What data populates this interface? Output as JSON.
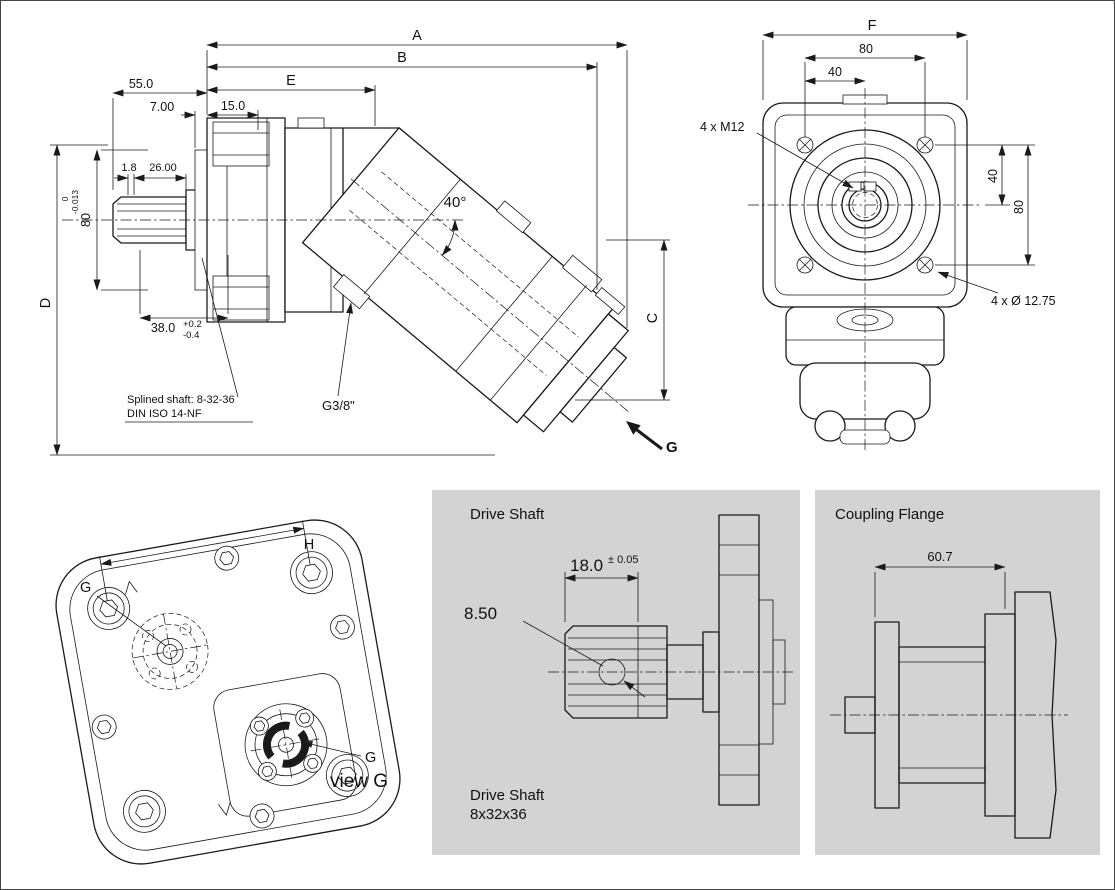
{
  "side_view": {
    "dim_a": "A",
    "dim_b": "B",
    "dim_e": "E",
    "dim_55": "55.0",
    "dim_7": "7.00",
    "dim_15": "15.0",
    "dim_1_8": "1.8",
    "dim_26": "26.00",
    "dim_80": "80",
    "dim_d": "D",
    "dim_c": "C",
    "angle": "40°",
    "dim_38": "38.0",
    "dim_38_tol_plus": "+0.2",
    "dim_38_tol_minus": "-0.4",
    "shaft_tol_upper": "0",
    "shaft_tol_lower": "-0.013",
    "spline_note_1": "Splined shaft: 8-32-36",
    "spline_note_2": "DIN ISO 14-NF",
    "port_label": "G3/8\"",
    "view_arrow_label": "G"
  },
  "front_view": {
    "dim_f": "F",
    "dim_80_h": "80",
    "dim_40_h": "40",
    "dim_40_v": "40",
    "dim_80_v": "80",
    "thread_note": "4 x M12",
    "hole_note": "4 x Ø 12.75"
  },
  "rear_view": {
    "dim_h": "H",
    "port_g_upper": "G",
    "port_g_lower": "G",
    "caption": "view G"
  },
  "drive_shaft_panel": {
    "title": "Drive Shaft",
    "dim_18": "18.0",
    "dim_18_tol": "± 0.05",
    "dim_8_5": "8.50",
    "note_1": "Drive Shaft",
    "note_2": "8x32x36"
  },
  "coupling_flange_panel": {
    "title": "Coupling Flange",
    "dim_60_7": "60.7"
  },
  "colors": {
    "line": "#1a1a1a",
    "panel_bg": "#d3d3d3",
    "background": "#ffffff",
    "text": "#111111"
  }
}
